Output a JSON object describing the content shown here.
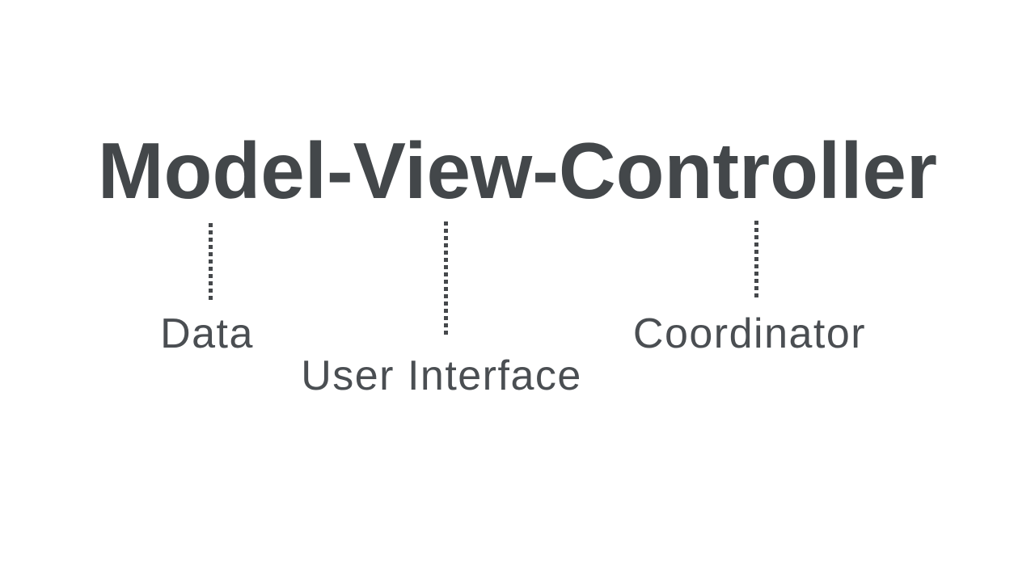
{
  "colors": {
    "background": "#ffffff",
    "title_text": "#43474a",
    "label_text": "#4a4e52",
    "connector": "#45484b"
  },
  "title": {
    "text": "Model-View-Controller"
  },
  "labels": [
    {
      "id": "model",
      "text": "Data"
    },
    {
      "id": "view",
      "text": "User Interface"
    },
    {
      "id": "controller",
      "text": "Coordinator"
    }
  ]
}
